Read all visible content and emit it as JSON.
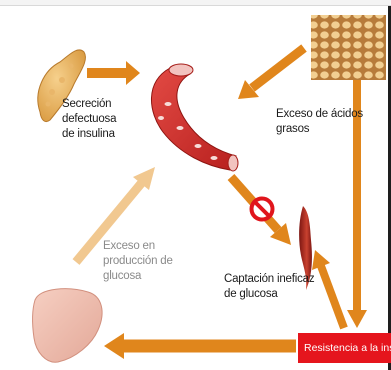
{
  "labels": {
    "secretion": "Secreción\ndefectuosa\nde insulina",
    "fatty_acids": "Exceso de ácidos\ngrasos",
    "glucose_production": "Exceso en\nproducción de\nglucosa",
    "glucose_uptake": "Captación ineficaz\nde glucosa",
    "resistance": "Resistencia a la insulina"
  },
  "icons": {
    "pancreas": "pancreas-illustration",
    "vessel": "blood-vessel-illustration",
    "adipose": "adipose-tissue-illustration",
    "muscle": "muscle-illustration",
    "liver": "liver-illustration",
    "blocked": "prohibited-sign-icon"
  },
  "colors": {
    "arrow": "#e0861c",
    "arrow_faded": "#f1c890",
    "blocked_sign": "#e0151c",
    "badge": "#e5151d"
  }
}
